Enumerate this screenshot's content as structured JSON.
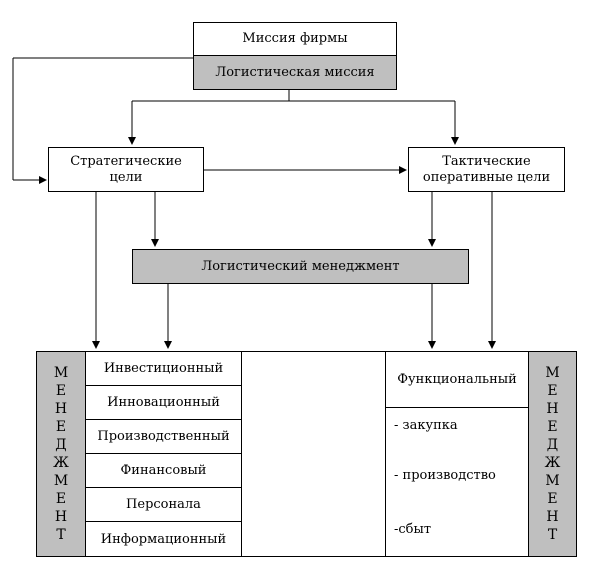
{
  "top": {
    "mission": "Миссия фирмы",
    "logistic_mission": "Логистическая миссия"
  },
  "goals": {
    "strategic": [
      "Стратегические",
      "цели"
    ],
    "tactical": [
      "Тактические",
      "оперативные цели"
    ]
  },
  "logistic_management": "Логистический менеджмент",
  "left_side_label": [
    "М",
    "Е",
    "Н",
    "Е",
    "Д",
    "Ж",
    "М",
    "Е",
    "Н",
    "Т"
  ],
  "right_side_label": [
    "М",
    "Е",
    "Н",
    "Е",
    "Д",
    "Ж",
    "М",
    "Е",
    "Н",
    "Т"
  ],
  "management_types": [
    "Инвестиционный",
    "Инновационный",
    "Производственный",
    "Финансовый",
    "Персонала",
    "Информационный"
  ],
  "functional": {
    "title": "Функциональный",
    "items": [
      "- закупка",
      "- производство",
      "-сбыт"
    ]
  }
}
